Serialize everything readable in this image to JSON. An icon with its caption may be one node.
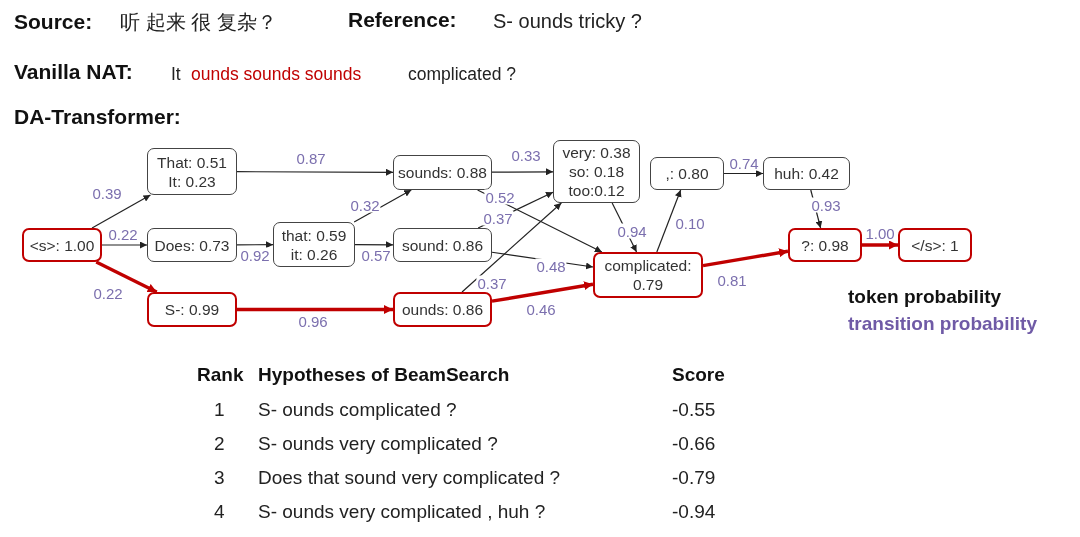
{
  "diagram": {
    "nodes": [
      {
        "text": [
          "<s>: 1.00"
        ]
      },
      {
        "text": [
          "That: 0.51",
          "It: 0.23"
        ]
      },
      {
        "text": [
          "Does: 0.73"
        ]
      },
      {
        "text": [
          "that: 0.59",
          "it: 0.26"
        ]
      },
      {
        "text": [
          "S-: 0.99"
        ]
      },
      {
        "text": [
          "sounds: 0.88"
        ]
      },
      {
        "text": [
          "sound: 0.86"
        ]
      },
      {
        "text": [
          "ounds: 0.86"
        ]
      },
      {
        "text": [
          "very: 0.38",
          "so: 0.18",
          "too:0.12"
        ]
      },
      {
        "text": [
          "complicated: 0.79"
        ]
      },
      {
        "text": [
          ",: 0.80"
        ]
      },
      {
        "text": [
          "huh: 0.42"
        ]
      },
      {
        "text": [
          "?: 0.98"
        ]
      },
      {
        "text": [
          "</s>: 1"
        ]
      }
    ],
    "edges": [
      {
        "from": 0,
        "to": 1,
        "arrow": "to",
        "label": "0.39"
      },
      {
        "from": 0,
        "to": 2,
        "arrow": "to",
        "label": "0.22"
      },
      {
        "from": 0,
        "to": 4,
        "arrow": "to",
        "label": "0.22",
        "style": "thick",
        "color": "#c00000"
      },
      {
        "from": 1,
        "to": 5,
        "arrow": "to",
        "label": "0.87"
      },
      {
        "from": 2,
        "to": 3,
        "arrow": "to",
        "label": "0.92"
      },
      {
        "from": 3,
        "to": 5,
        "arrow": "to",
        "label": "0.32"
      },
      {
        "from": 3,
        "to": 6,
        "arrow": "to",
        "label": "0.57"
      },
      {
        "from": 4,
        "to": 7,
        "arrow": "to",
        "label": "0.96",
        "style": "thick",
        "color": "#c00000"
      },
      {
        "from": 5,
        "to": 8,
        "arrow": "to",
        "label": "0.33"
      },
      {
        "from": 5,
        "to": 9,
        "arrow": "to",
        "label": "0.52"
      },
      {
        "from": 6,
        "to": 8,
        "arrow": "to",
        "label": "0.37"
      },
      {
        "from": 6,
        "to": 9,
        "arrow": "to",
        "label": "0.48"
      },
      {
        "from": 7,
        "to": 8,
        "arrow": "to",
        "label": "0.37"
      },
      {
        "from": 7,
        "to": 9,
        "arrow": "to",
        "label": "0.46",
        "style": "thick",
        "color": "#c00000"
      },
      {
        "from": 8,
        "to": 9,
        "arrow": "to",
        "label": "0.94"
      },
      {
        "from": 9,
        "to": 10,
        "arrow": "to",
        "label": "0.10"
      },
      {
        "from": 10,
        "to": 11,
        "arrow": "to",
        "label": "0.74"
      },
      {
        "from": 11,
        "to": 12,
        "arrow": "to",
        "label": "0.93"
      },
      {
        "from": 9,
        "to": 12,
        "arrow": "to",
        "label": "0.81",
        "style": "thick",
        "color": "#c00000"
      },
      {
        "from": 12,
        "to": 13,
        "arrow": "to",
        "label": "1.00",
        "style": "thick",
        "color": "#c00000"
      }
    ],
    "labels": [
      "Source:",
      "听 起来 很 复杂？",
      "Reference:",
      "S- ounds tricky ?",
      "Vanilla NAT:",
      "It",
      "ounds sounds sounds",
      "complicated ?",
      "DA-Transformer:",
      "token probability",
      "transition probability",
      "Rank",
      "Hypotheses of BeamSearch",
      "Score",
      "1",
      "S- ounds complicated ?",
      "-0.55",
      "2",
      "S- ounds very complicated ?",
      "-0.66",
      "3",
      "Does that sound very complicated ?",
      "-0.79",
      "4",
      "S- ounds very complicated , huh ?",
      "-0.94"
    ]
  }
}
